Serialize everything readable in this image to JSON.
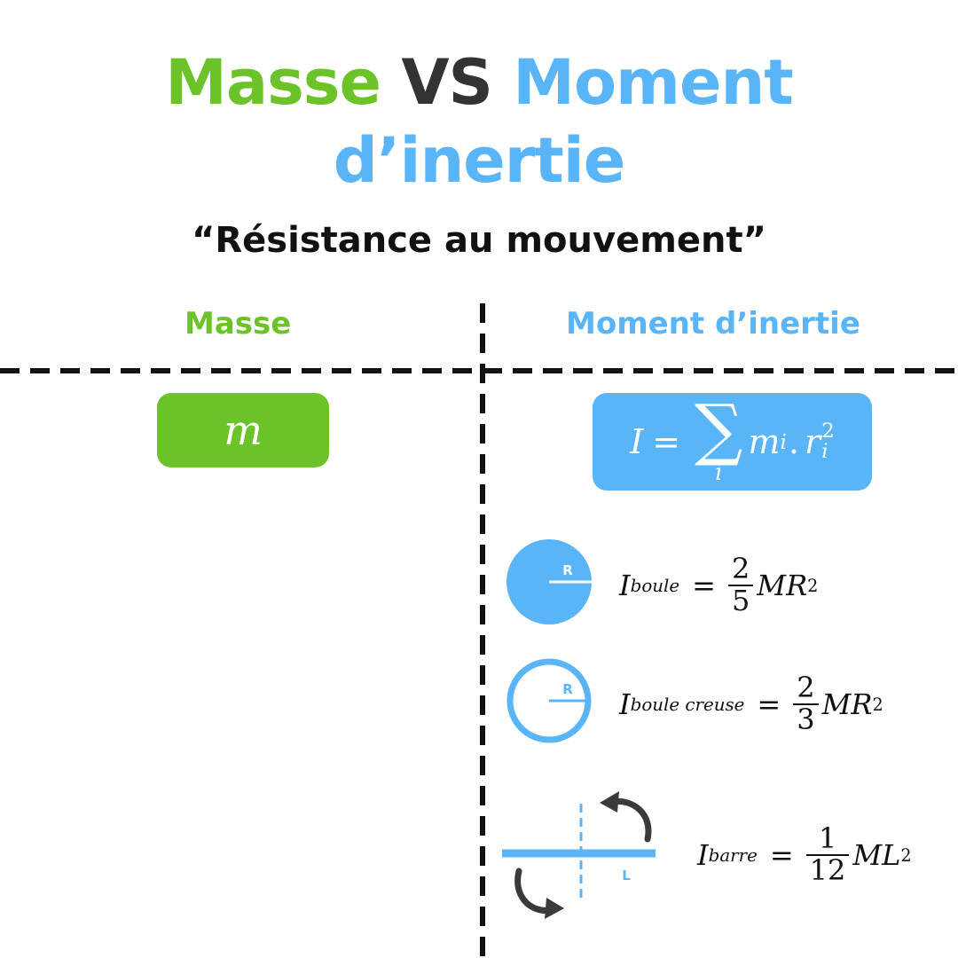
{
  "title": {
    "masse": "Masse",
    "vs": "VS",
    "moment": "Moment",
    "line2": "d’inertie"
  },
  "subtitle": "“Résistance au mouvement”",
  "columns": {
    "left": "Masse",
    "right": "Moment d’inertie"
  },
  "formulas": {
    "mass": "m",
    "inertia": {
      "I": "I",
      "eq": "=",
      "sigma": "∑",
      "index": "i",
      "m": "m",
      "m_sub": "i",
      "dot": ".",
      "r": "r",
      "r_sub": "i",
      "r_sup": "2"
    },
    "boule": {
      "I": "I",
      "sub": "boule",
      "eq": "=",
      "num": "2",
      "den": "5",
      "var": "MR",
      "sup": "2",
      "label": "R"
    },
    "boule_creuse": {
      "I": "I",
      "sub": "boule creuse",
      "eq": "=",
      "num": "2",
      "den": "3",
      "var": "MR",
      "sup": "2",
      "label": "R"
    },
    "barre": {
      "I": "I",
      "sub": "barre",
      "eq": "=",
      "num": "1",
      "den": "12",
      "var": "ML",
      "sup": "2",
      "label": "L"
    }
  },
  "colors": {
    "green": "#6CC329",
    "blue": "#5AB4F8",
    "dark": "#333333",
    "black": "#111111",
    "arrow": "#3A3A3A"
  }
}
